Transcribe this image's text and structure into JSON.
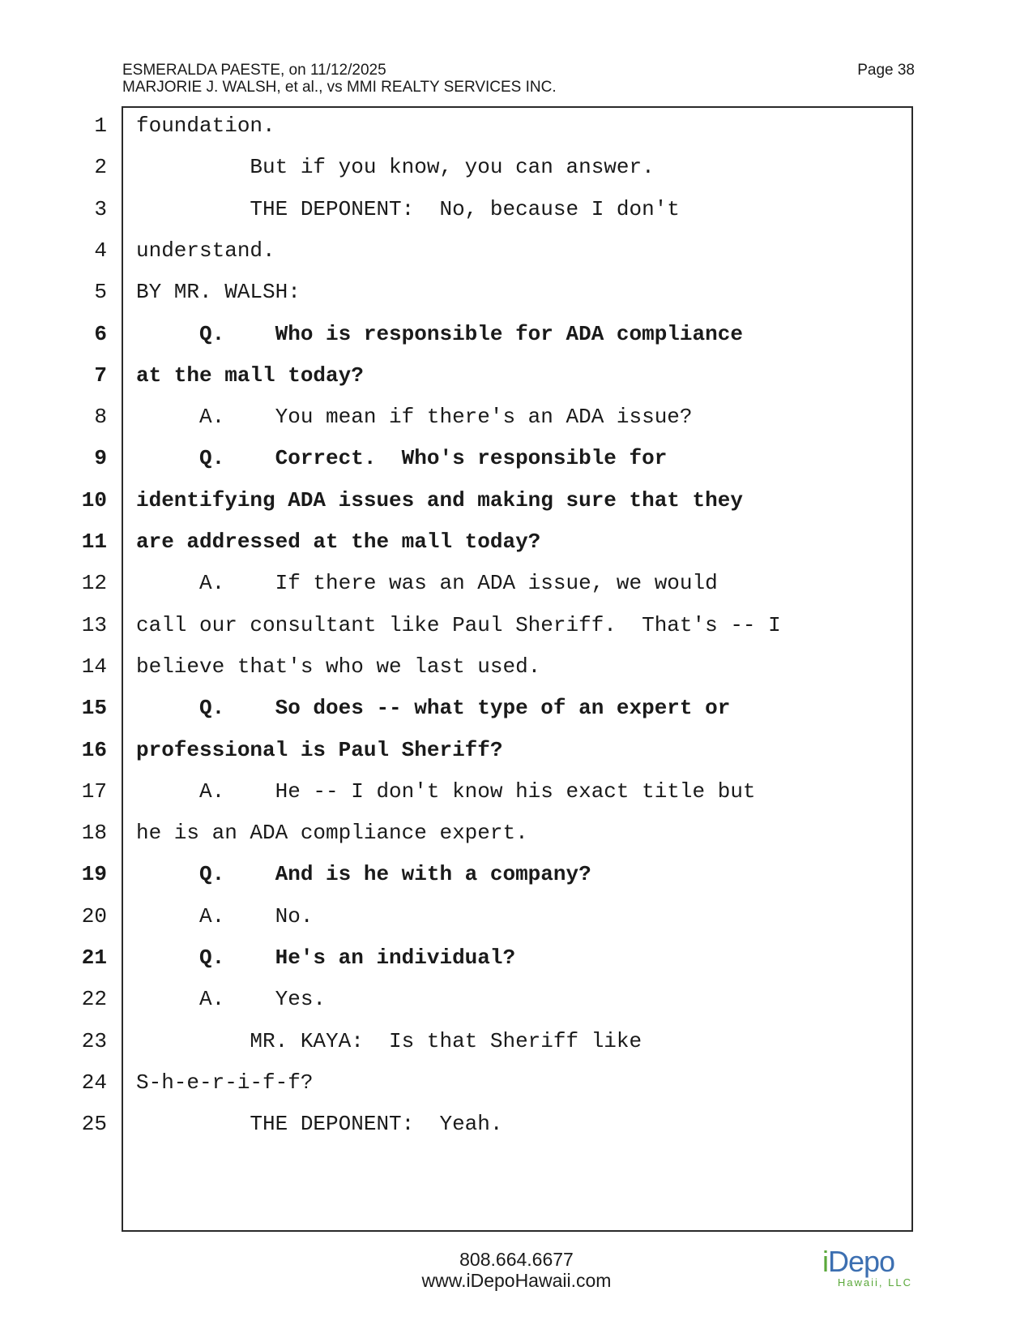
{
  "header": {
    "line1": "ESMERALDA PAESTE,  on 11/12/2025",
    "line2": "MARJORIE J. WALSH, et al., vs MMI REALTY SERVICES INC.",
    "page_label": "Page 38"
  },
  "transcript": {
    "lines": [
      {
        "number": "1",
        "text": "foundation.",
        "bold": false
      },
      {
        "number": "2",
        "text": "         But if you know, you can answer.",
        "bold": false
      },
      {
        "number": "3",
        "text": "         THE DEPONENT:  No, because I don't",
        "bold": false
      },
      {
        "number": "4",
        "text": "understand.",
        "bold": false
      },
      {
        "number": "5",
        "text": "BY MR. WALSH:",
        "bold": false
      },
      {
        "number": "6",
        "text": "     Q.    Who is responsible for ADA compliance",
        "bold": true
      },
      {
        "number": "7",
        "text": "at the mall today?",
        "bold": true
      },
      {
        "number": "8",
        "text": "     A.    You mean if there's an ADA issue?",
        "bold": false
      },
      {
        "number": "9",
        "text": "     Q.    Correct.  Who's responsible for",
        "bold": true
      },
      {
        "number": "10",
        "text": "identifying ADA issues and making sure that they",
        "bold": true
      },
      {
        "number": "11",
        "text": "are addressed at the mall today?",
        "bold": true
      },
      {
        "number": "12",
        "text": "     A.    If there was an ADA issue, we would",
        "bold": false
      },
      {
        "number": "13",
        "text": "call our consultant like Paul Sheriff.  That's -- I",
        "bold": false
      },
      {
        "number": "14",
        "text": "believe that's who we last used.",
        "bold": false
      },
      {
        "number": "15",
        "text": "     Q.    So does -- what type of an expert or",
        "bold": true
      },
      {
        "number": "16",
        "text": "professional is Paul Sheriff?",
        "bold": true
      },
      {
        "number": "17",
        "text": "     A.    He -- I don't know his exact title but",
        "bold": false
      },
      {
        "number": "18",
        "text": "he is an ADA compliance expert.",
        "bold": false
      },
      {
        "number": "19",
        "text": "     Q.    And is he with a company?",
        "bold": true
      },
      {
        "number": "20",
        "text": "     A.    No.",
        "bold": false
      },
      {
        "number": "21",
        "text": "     Q.    He's an individual?",
        "bold": true
      },
      {
        "number": "22",
        "text": "     A.    Yes.",
        "bold": false
      },
      {
        "number": "23",
        "text": "         MR. KAYA:  Is that Sheriff like",
        "bold": false
      },
      {
        "number": "24",
        "text": "S-h-e-r-i-f-f?",
        "bold": false
      },
      {
        "number": "25",
        "text": "         THE DEPONENT:  Yeah.",
        "bold": false
      }
    ]
  },
  "footer": {
    "phone": "808.664.6677",
    "website": "www.iDepoHawaii.com"
  },
  "logo": {
    "brand_i": "i",
    "brand_rest": "Depo",
    "subtitle": "Hawaii, LLC"
  }
}
